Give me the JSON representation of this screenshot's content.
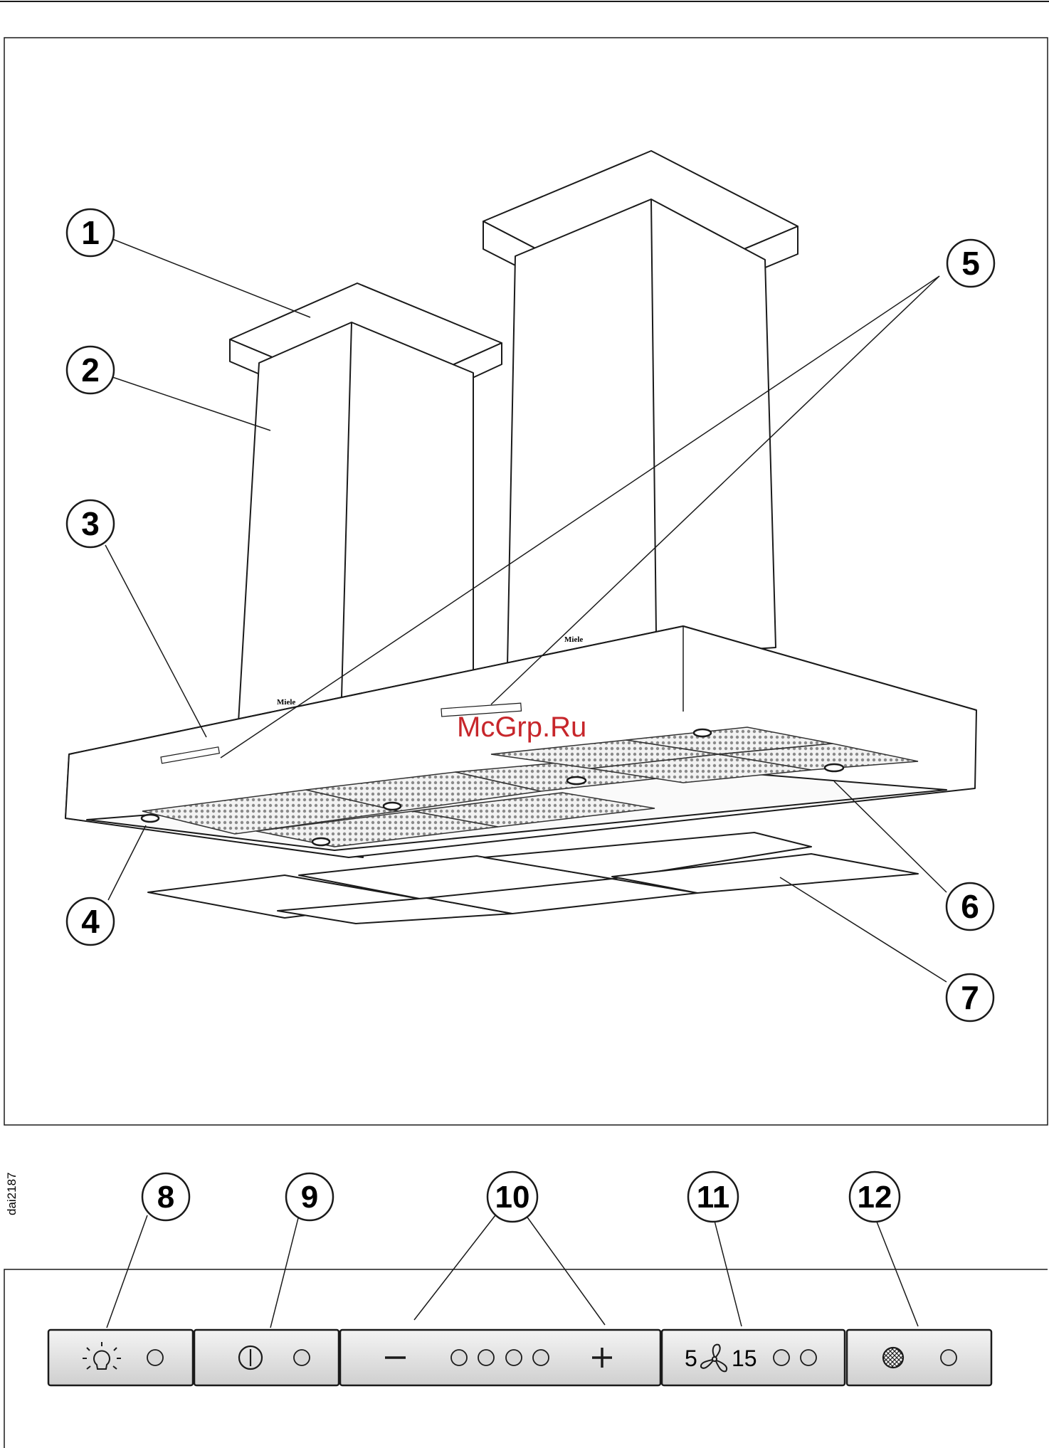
{
  "document_code": "dai2187",
  "watermark": "McGrp.Ru",
  "brand_mark": "Miele",
  "callouts": {
    "c1": "1",
    "c2": "2",
    "c3": "3",
    "c4": "4",
    "c5": "5",
    "c6": "6",
    "c7": "7",
    "c8": "8",
    "c9": "9",
    "c10": "10",
    "c11": "11",
    "c12": "12"
  },
  "fan_timer": {
    "left": "5",
    "right": "15"
  },
  "icons": [
    "light-icon",
    "power-icon",
    "minus-icon",
    "plus-icon",
    "fan-icon",
    "filter-icon"
  ],
  "colors": {
    "stroke": "#1a1a1a",
    "button_fill": "#d9d9d9",
    "watermark": "#c7262b"
  }
}
